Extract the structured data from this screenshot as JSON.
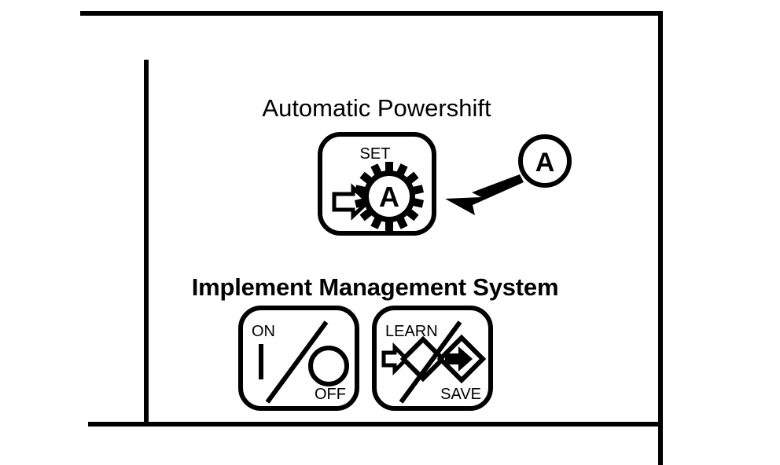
{
  "panel": {
    "name": "control-console-panel",
    "frame_color": "#000000",
    "background_color": "#ffffff"
  },
  "sections": [
    {
      "id": "automatic-powershift",
      "heading": "Automatic Powershift",
      "heading_weight": "regular",
      "controls": [
        {
          "id": "set-button",
          "top_label": "SET",
          "bottom_label": "",
          "icons": [
            "arrow-right-outline-icon",
            "gear-icon"
          ],
          "gear_letter": "A",
          "gear_teeth": 14
        }
      ],
      "callout": {
        "letter": "A",
        "shape": "circle",
        "points_to": "set-button"
      }
    },
    {
      "id": "implement-management-system",
      "heading": "Implement Management System",
      "heading_weight": "bold",
      "controls": [
        {
          "id": "on-off-switch-button",
          "top_label": "ON",
          "bottom_label": "OFF",
          "icons": [
            "bar-i-icon",
            "diagonal-slash-icon",
            "circle-o-icon"
          ]
        },
        {
          "id": "learn-save-button",
          "top_label": "LEARN",
          "bottom_label": "SAVE",
          "icons": [
            "arrow-into-diamond-icon",
            "diagonal-slash-icon",
            "arrow-out-of-diamond-icon"
          ]
        }
      ]
    }
  ],
  "colors": {
    "line": "#000000",
    "fill": "#ffffff"
  }
}
